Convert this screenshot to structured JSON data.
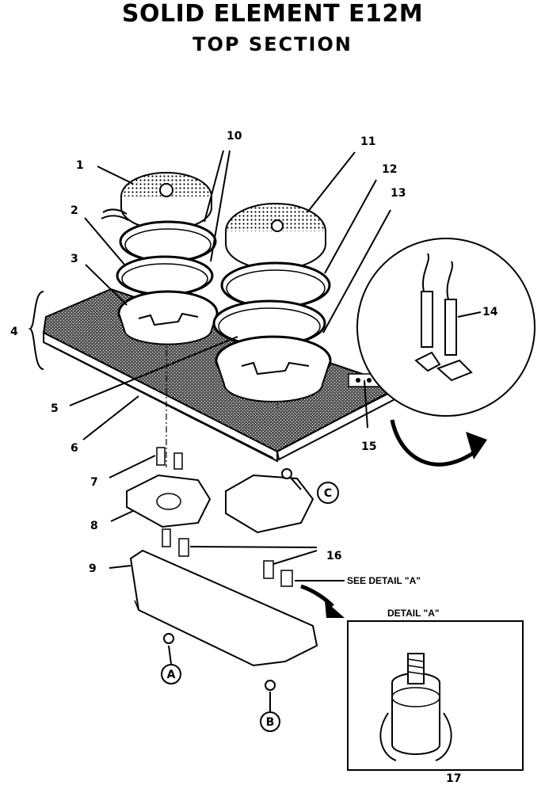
{
  "header": {
    "title": "SOLID ELEMENT E12M",
    "subtitle": "TOP SECTION"
  },
  "callouts": {
    "n1": "1",
    "n2": "2",
    "n3": "3",
    "n4": "4",
    "n5": "5",
    "n6": "6",
    "n7": "7",
    "n8": "8",
    "n9": "9",
    "n10": "10",
    "n11": "11",
    "n12": "12",
    "n13": "13",
    "n14": "14",
    "n15": "15",
    "n16": "16",
    "n17": "17"
  },
  "markers": {
    "a": "A",
    "b": "B",
    "c": "C"
  },
  "see_detail": "SEE DETAIL \"A\"",
  "detail_title": "DETAIL \"A\""
}
